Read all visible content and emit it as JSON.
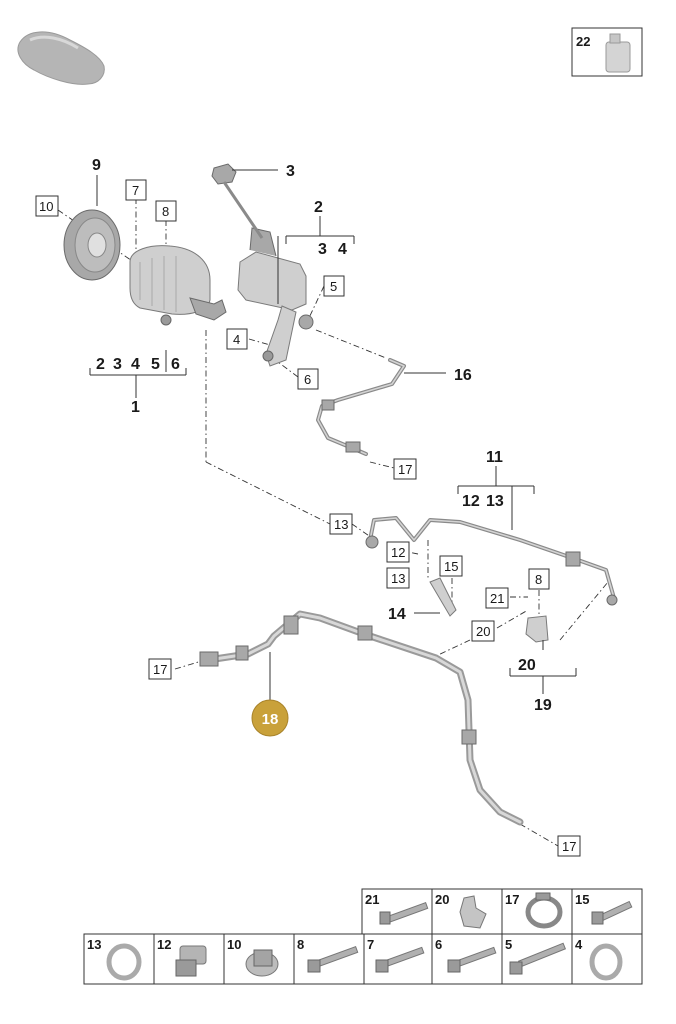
{
  "catalog_badge_number": "22",
  "labels": {
    "pump_assy": "1",
    "pump_sub": [
      "2",
      "3",
      "4",
      "5",
      "6"
    ],
    "reservoir": "2",
    "reservoir_sub": [
      "3",
      "4"
    ],
    "cap": "3",
    "pulley": "9",
    "line_assy": "11",
    "line_assy_sub": [
      "12",
      "13"
    ],
    "bracket": "14",
    "return_line": "16",
    "callout": "18",
    "clip_assy": "20",
    "clip": "19"
  },
  "boxes": {
    "b10": "10",
    "b7": "7",
    "b8": "8",
    "b5": "5",
    "b4": "4",
    "b6": "6",
    "b17a": "17",
    "b13a": "13",
    "b12": "12",
    "b13b": "13",
    "b15": "15",
    "b21": "21",
    "b8b": "8",
    "b20": "20",
    "b17b": "17",
    "b17c": "17"
  },
  "hardware_table": {
    "row1": [
      "21",
      "20",
      "17",
      "15"
    ],
    "row2": [
      "13",
      "12",
      "10",
      "8",
      "7",
      "6",
      "5",
      "4"
    ]
  }
}
